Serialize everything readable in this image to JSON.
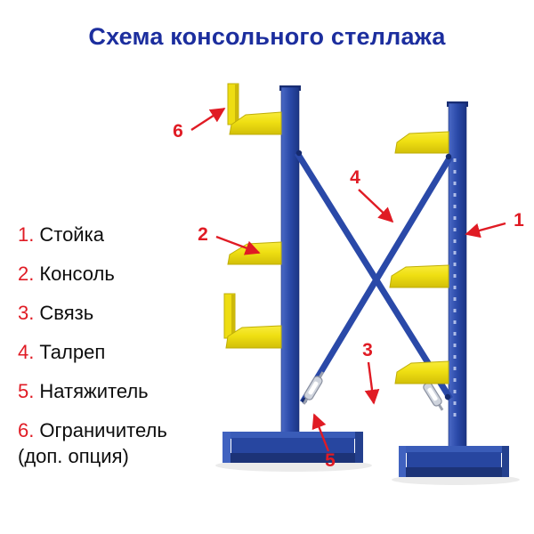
{
  "title": "Схема консольного стеллажа",
  "legend": {
    "items": [
      {
        "num": "1.",
        "label": "Стойка"
      },
      {
        "num": "2.",
        "label": "Консоль"
      },
      {
        "num": "3.",
        "label": "Связь"
      },
      {
        "num": "4.",
        "label": "Талреп"
      },
      {
        "num": "5.",
        "label": "Натяжитель"
      },
      {
        "num": "6.",
        "label": "Ограничитель",
        "note": "(доп. опция)"
      }
    ]
  },
  "callouts": {
    "n1": "1",
    "n2": "2",
    "n3": "3",
    "n4": "4",
    "n5": "5",
    "n6": "6"
  },
  "colors": {
    "title_blue": "#1c2e9e",
    "accent_red": "#e01b24",
    "steel_blue": "#2a49a8",
    "steel_blue_dark": "#1b3584",
    "arm_yellow": "#efdf12"
  }
}
